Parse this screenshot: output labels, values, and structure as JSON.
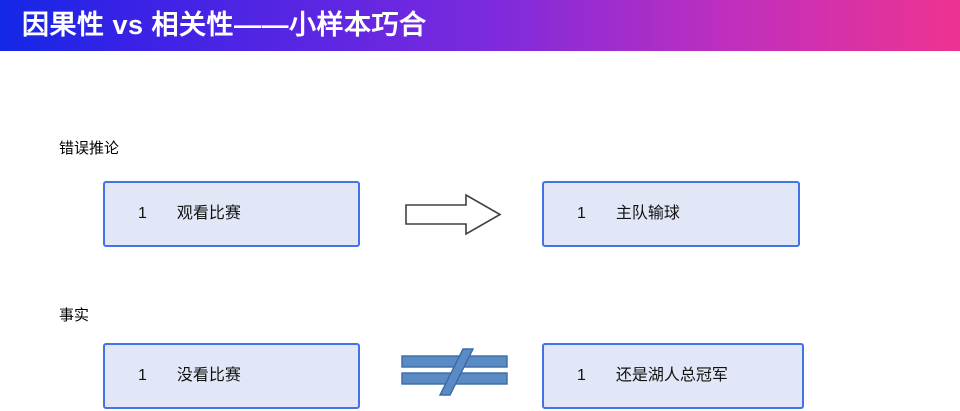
{
  "slide": {
    "title": "因果性 vs 相关性——小样本巧合",
    "title_gradient_from": "#1327e6",
    "title_gradient_mid": "#7a2ade",
    "title_gradient_to": "#ee3390",
    "box_fill": "#e2e7f8",
    "box_border": "#4472e8",
    "connector_fill": "#5b8bc4",
    "connector_border": "#3a6ba5"
  },
  "sections": [
    {
      "caption": "错误推论",
      "left_box": {
        "number": "1",
        "label": "观看比赛"
      },
      "connector": {
        "type": "arrow-right-icon"
      },
      "right_box": {
        "number": "1",
        "label": "主队输球"
      }
    },
    {
      "caption": "事实",
      "left_box": {
        "number": "1",
        "label": "没看比赛"
      },
      "connector": {
        "type": "not-equal-icon"
      },
      "right_box": {
        "number": "1",
        "label": "还是湖人总冠军"
      }
    }
  ]
}
